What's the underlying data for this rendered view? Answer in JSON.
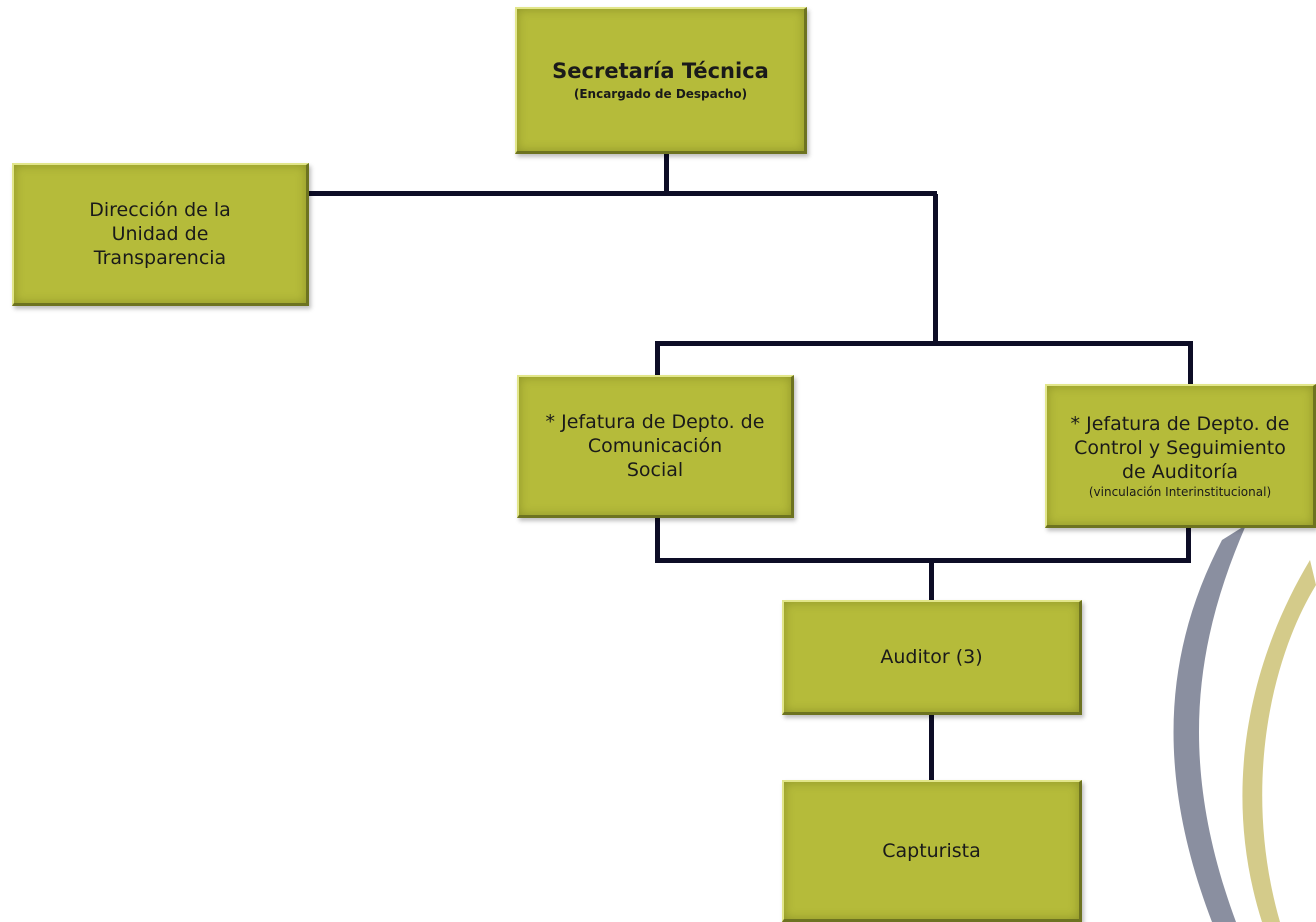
{
  "diagram": {
    "colors": {
      "box_fill": "#b5bb3a",
      "connector": "#0d0d26",
      "deco_gray": "#8a8fa0",
      "deco_beige": "#d4cb8a"
    },
    "nodes": {
      "secretaria": {
        "title": "Secretaría Técnica",
        "subtitle": "(Encargado de Despacho)"
      },
      "direccion": {
        "lines": [
          "Dirección de la",
          "Unidad de",
          "Transparencia"
        ]
      },
      "jefatura_comunicacion": {
        "lines": [
          "* Jefatura de Depto. de",
          "Comunicación",
          "Social"
        ]
      },
      "jefatura_control": {
        "lines": [
          "* Jefatura de Depto. de",
          "Control y Seguimiento",
          "de Auditoría"
        ],
        "note": "(vinculación Interinstitucional)"
      },
      "auditor": {
        "label": "Auditor (3)"
      },
      "capturista": {
        "label": "Capturista"
      }
    }
  }
}
